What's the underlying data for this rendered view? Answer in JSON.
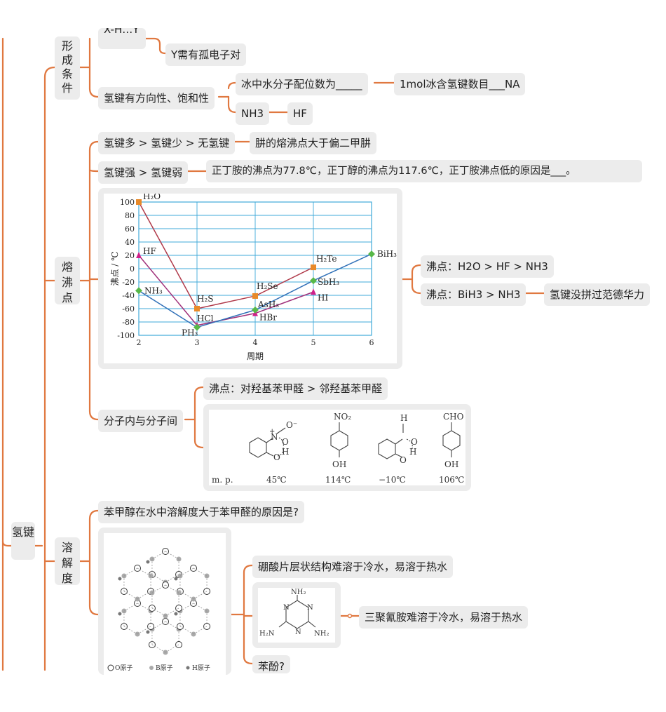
{
  "root": {
    "label": "氢键"
  },
  "l1": {
    "formation": "形成条件",
    "boiling": "熔沸点",
    "solubility": "溶解度"
  },
  "formation": {
    "top_partial": "X-H…Y",
    "y_lone_pair": "Y需有孤电子对",
    "direction": "氢键有方向性、饱和性",
    "ice_coord": "冰中水分子配位数为_____",
    "ice_hbond": "1mol冰含氢键数目___NA",
    "nh3": "NH3",
    "hf": "HF"
  },
  "boiling": {
    "more_less": "氢键多 > 氢键少 > 无氢键",
    "hydrazine": "肼的熔沸点大于偏二甲肼",
    "strong_weak": "氢键强 > 氢键弱",
    "butyl": "正丁胺的沸点为77.8℃，正丁醇的沸点为117.6℃，正丁胺沸点低的原因是___。",
    "bp1": "沸点：H2O > HF > NH3",
    "bp2": "沸点：BiH3 > NH3",
    "vdw": "氢键没拼过范德华力",
    "intra_inter": "分子内与分子间",
    "benzald": "沸点：对羟基苯甲醛 > 邻羟基苯甲醛"
  },
  "solubility": {
    "benzyl": "苯甲醇在水中溶解度大于苯甲醛的原因是?",
    "boric": "硼酸片层状结构难溶于冷水，易溶于热水",
    "melamine": "三聚氰胺难溶于冷水，易溶于热水",
    "phenol": "苯酚?"
  },
  "mp_figure": {
    "mp_label": "m. p.",
    "temps": [
      "45℃",
      "114℃",
      "−10℃",
      "106℃"
    ],
    "labels": {
      "no2": "NO₂",
      "oh": "OH",
      "cho": "CHO",
      "h": "H",
      "o": "O",
      "o_minus": "O⁻",
      "n_plus": "N",
      "plus": "+"
    }
  },
  "melamine_fig": {
    "nh2": "NH₂",
    "h2n": "H₂N",
    "n": "N"
  },
  "boric_fig": {
    "legend": [
      "O原子",
      "B原子",
      "H原子"
    ]
  },
  "chart_data": {
    "type": "line",
    "xlabel": "周期",
    "ylabel": "沸点 / ℃",
    "xlim": [
      2,
      6
    ],
    "ylim": [
      -100,
      100
    ],
    "xticks": [
      2,
      3,
      4,
      5,
      6
    ],
    "yticks": [
      100,
      80,
      60,
      40,
      20,
      0,
      -20,
      -40,
      -60,
      -80,
      -100
    ],
    "grid": true,
    "series": [
      {
        "color": "#b03a4a",
        "marker": "square",
        "mcolor": "#e88a2a",
        "points": [
          {
            "x": 2,
            "y": 100,
            "label": "H₂O"
          },
          {
            "x": 3,
            "y": -60,
            "label": "H₂S"
          },
          {
            "x": 4,
            "y": -41,
            "label": "H₂Se"
          },
          {
            "x": 5,
            "y": 2,
            "label": "H₂Te"
          }
        ]
      },
      {
        "color": "#a0307a",
        "marker": "triangle",
        "mcolor": "#d0208a",
        "points": [
          {
            "x": 2,
            "y": 20,
            "label": "HF"
          },
          {
            "x": 3,
            "y": -85,
            "label": "HCl"
          },
          {
            "x": 4,
            "y": -67,
            "label": "HBr"
          },
          {
            "x": 5,
            "y": -35,
            "label": "HI"
          }
        ]
      },
      {
        "color": "#3070b8",
        "marker": "diamond",
        "mcolor": "#58b848",
        "points": [
          {
            "x": 2,
            "y": -33,
            "label": "NH₃"
          },
          {
            "x": 3,
            "y": -88,
            "label": "PH₃"
          },
          {
            "x": 4,
            "y": -62,
            "label": "AsH₃"
          },
          {
            "x": 5,
            "y": -18,
            "label": "SbH₃"
          },
          {
            "x": 6,
            "y": 22,
            "label": "BiH₃"
          }
        ]
      }
    ]
  },
  "colors": {
    "connector": "#e07840",
    "node_bg": "#ececec",
    "grid": "#3fa9d8"
  }
}
